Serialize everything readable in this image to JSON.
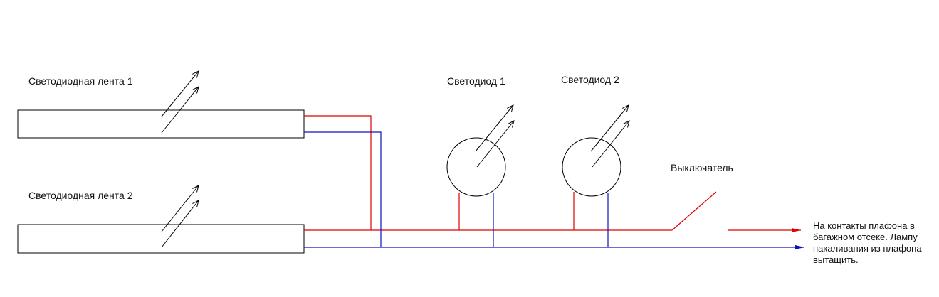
{
  "labels": {
    "strip1": "Светодиодная лента 1",
    "strip2": "Светодиодная лента 2",
    "led1": "Светодиод 1",
    "led2": "Светодиод 2",
    "switch": "Выключатель"
  },
  "note": "На контакты плафона в багажном отсеке. Лампу накаливания из плафона вытащить.",
  "colors": {
    "positive_wire": "#e00000",
    "negative_wire": "#1010c0",
    "outline": "#000000"
  },
  "icons": [
    "light-emission-arrows-icon",
    "led-circle-icon",
    "switch-icon"
  ]
}
